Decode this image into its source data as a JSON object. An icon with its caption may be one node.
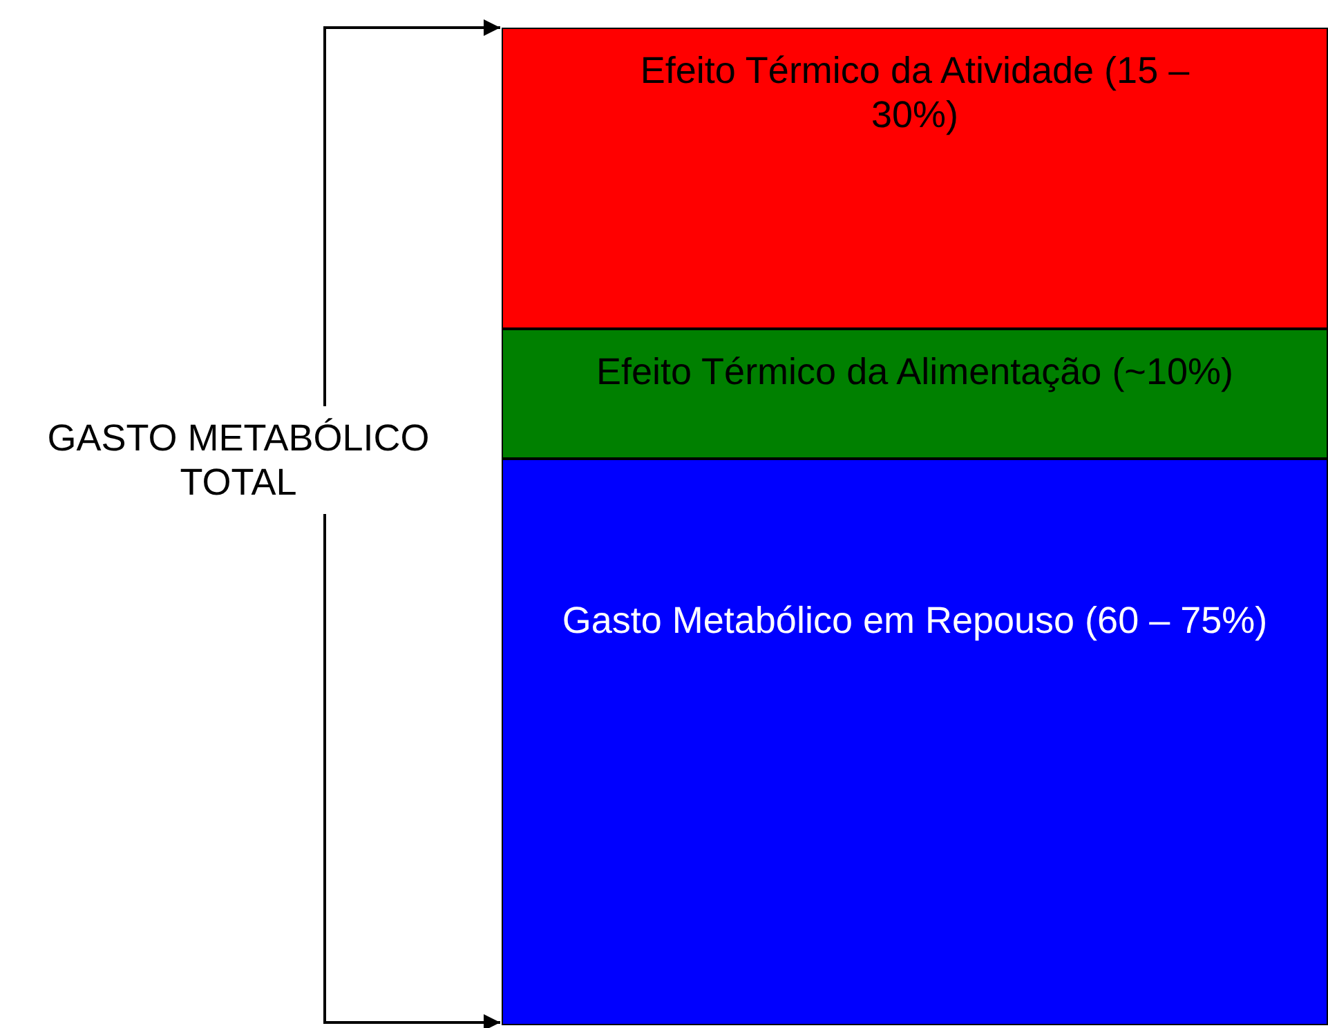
{
  "diagram": {
    "nodes": [
      {
        "text": [
          "Efeito Térmico da Atividade (15 – 30%)"
        ]
      },
      {
        "text": [
          "Efeito Térmico da Alimentação (~10%)"
        ]
      },
      {
        "text": [
          "Gasto Metabólico em Repouso (60 – 75%)"
        ]
      },
      {
        "text": [
          "GASTO METABÓLICO TOTAL"
        ]
      }
    ],
    "edges": [
      {
        "from": 3,
        "to": 0,
        "arrow": "to"
      },
      {
        "from": 3,
        "to": 2,
        "arrow": "to"
      }
    ]
  }
}
